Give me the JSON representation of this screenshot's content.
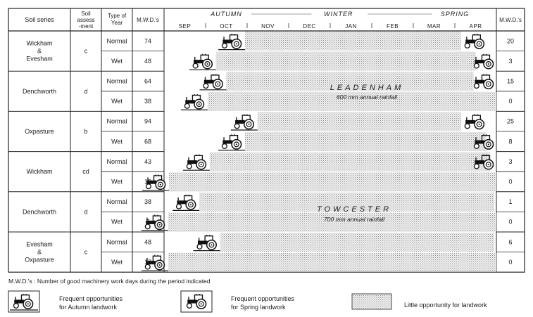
{
  "headers": {
    "soil_series": "Soil series",
    "soil_assess_1": "Soil",
    "soil_assess_2": "assess",
    "soil_assess_3": "-ment",
    "type_year_1": "Type of",
    "type_year_2": "Year",
    "mwd": "M.W.D.'s",
    "mwd_right": "M.W.D.'s"
  },
  "seasons": [
    "AUTUMN",
    "WINTER",
    "SPRING"
  ],
  "months": [
    "SEP",
    "OCT",
    "NOV",
    "DEC",
    "JAN",
    "FEB",
    "MAR",
    "APR"
  ],
  "groups": [
    {
      "soil_lines": [
        "Wickham",
        "&",
        "Evesham"
      ],
      "assessment": "c",
      "rows": [
        {
          "type": "Normal",
          "mwd": "74",
          "mwd_right": "20",
          "autumn_end": 1.95,
          "spring_start": 7.15
        },
        {
          "type": "Wet",
          "mwd": "48",
          "mwd_right": "3",
          "autumn_end": 1.25,
          "spring_start": 7.5
        }
      ]
    },
    {
      "soil_lines": [
        "Denchworth"
      ],
      "assessment": "d",
      "rows": [
        {
          "type": "Normal",
          "mwd": "64",
          "mwd_right": "15",
          "autumn_end": 1.5,
          "spring_start": 7.45
        },
        {
          "type": "Wet",
          "mwd": "38",
          "mwd_right": "0",
          "autumn_end": 1.05,
          "spring_start": 8.0
        }
      ]
    },
    {
      "soil_lines": [
        "Oxpasture"
      ],
      "assessment": "b",
      "rows": [
        {
          "type": "Normal",
          "mwd": "94",
          "mwd_right": "25",
          "autumn_end": 2.25,
          "spring_start": 7.15
        },
        {
          "type": "Wet",
          "mwd": "68",
          "mwd_right": "8",
          "autumn_end": 1.95,
          "spring_start": 7.75
        }
      ]
    },
    {
      "soil_lines": [
        "Wickham"
      ],
      "assessment": "cd",
      "rows": [
        {
          "type": "Normal",
          "mwd": "43",
          "mwd_right": "3",
          "autumn_end": 1.1,
          "spring_start": 7.85
        },
        {
          "type": "Wet",
          "mwd": "12",
          "mwd_right": "0",
          "autumn_end": 0.12,
          "spring_start": 8.0
        }
      ]
    },
    {
      "soil_lines": [
        "Denchworth"
      ],
      "assessment": "d",
      "rows": [
        {
          "type": "Normal",
          "mwd": "38",
          "mwd_right": "1",
          "autumn_end": 0.85,
          "spring_start": 7.95
        },
        {
          "type": "Wet",
          "mwd": "7",
          "mwd_right": "0",
          "autumn_end": 0.1,
          "spring_start": 8.0
        }
      ]
    },
    {
      "soil_lines": [
        "Evesham",
        "&",
        "Oxpasture"
      ],
      "assessment": "c",
      "rows": [
        {
          "type": "Normal",
          "mwd": "48",
          "mwd_right": "6",
          "autumn_end": 1.35,
          "spring_start": 7.95
        },
        {
          "type": "Wet",
          "mwd": "17",
          "mwd_right": "0",
          "autumn_end": 0.1,
          "spring_start": 8.0
        }
      ]
    }
  ],
  "sites": [
    {
      "name": "LEADENHAM",
      "rainfall": "600 mm annual rainfall"
    },
    {
      "name": "TOWCESTER",
      "rainfall": "700 mm annual rainfall"
    }
  ],
  "note": "M.W.D.'s : Number of good machinery work days during the period indicated",
  "legend": {
    "autumn_1": "Frequent opportunities",
    "autumn_2": "for Autumn landwork",
    "spring_1": "Frequent opportunities",
    "spring_2": "for Spring landwork",
    "little": "Little opportunity for landwork"
  }
}
